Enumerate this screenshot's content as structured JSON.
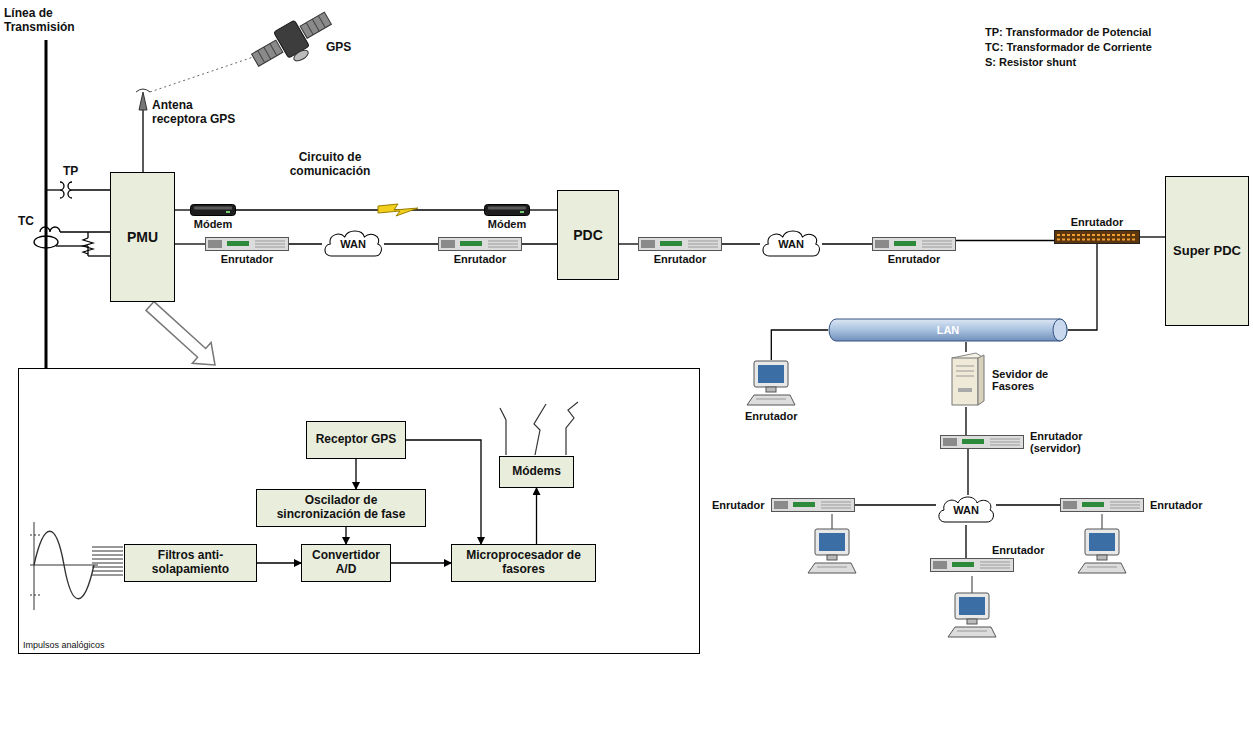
{
  "diagram": {
    "nodes": [
      {
        "text": [
          "PMU"
        ]
      },
      {
        "text": [
          "Módem"
        ]
      },
      {
        "text": [
          "Módem"
        ]
      },
      {
        "text": [
          "Enrutador"
        ]
      },
      {
        "text": [
          "WAN"
        ]
      },
      {
        "text": [
          "Enrutador"
        ]
      },
      {
        "text": [
          "PDC"
        ]
      },
      {
        "text": [
          "Enrutador"
        ]
      },
      {
        "text": [
          "WAN"
        ]
      },
      {
        "text": [
          "Enrutador"
        ]
      },
      {
        "text": [
          "Enrutador"
        ]
      },
      {
        "text": [
          "Super PDC"
        ]
      },
      {
        "text": [
          "LAN"
        ]
      },
      {
        "text": [
          "Enrutador"
        ]
      },
      {
        "text": [
          "Sevidor de Fasores"
        ]
      },
      {
        "text": [
          "Enrutador (servidor)"
        ]
      },
      {
        "text": [
          "WAN"
        ]
      },
      {
        "text": [
          "Enrutador"
        ]
      },
      {
        "text": [
          "Enrutador"
        ]
      },
      {
        "text": [
          "Enrutador"
        ]
      },
      {
        "text": [
          "Impulsos analógicos"
        ]
      },
      {
        "text": [
          "Receptor GPS"
        ],
        "in": 20
      },
      {
        "text": [
          "Oscilador de sincronización de fase"
        ],
        "in": 20
      },
      {
        "text": [
          "Filtros anti-solapamiento"
        ],
        "in": 20
      },
      {
        "text": [
          "Convertidor A/D"
        ],
        "in": 20
      },
      {
        "text": [
          "Microprocesador de fasores"
        ],
        "in": 20
      },
      {
        "text": [
          "Módems"
        ],
        "in": 20
      }
    ],
    "edges": [
      {
        "from": 0,
        "to": 1,
        "arrow": "none"
      },
      {
        "from": 1,
        "to": 2,
        "arrow": "none",
        "label": "Circuito de comunicación"
      },
      {
        "from": 2,
        "to": 6,
        "arrow": "none"
      },
      {
        "from": 0,
        "to": 3,
        "arrow": "none"
      },
      {
        "from": 3,
        "to": 4,
        "arrow": "none"
      },
      {
        "from": 4,
        "to": 5,
        "arrow": "none"
      },
      {
        "from": 5,
        "to": 6,
        "arrow": "none"
      },
      {
        "from": 6,
        "to": 7,
        "arrow": "none"
      },
      {
        "from": 7,
        "to": 8,
        "arrow": "none"
      },
      {
        "from": 8,
        "to": 9,
        "arrow": "none"
      },
      {
        "from": 9,
        "to": 10,
        "arrow": "none"
      },
      {
        "from": 10,
        "to": 11,
        "arrow": "none"
      },
      {
        "from": 10,
        "to": 12,
        "arrow": "none"
      },
      {
        "from": 12,
        "to": 13,
        "arrow": "none"
      },
      {
        "from": 12,
        "to": 14,
        "arrow": "none"
      },
      {
        "from": 14,
        "to": 15,
        "arrow": "none"
      },
      {
        "from": 15,
        "to": 16,
        "arrow": "none"
      },
      {
        "from": 16,
        "to": 17,
        "arrow": "none"
      },
      {
        "from": 16,
        "to": 18,
        "arrow": "none"
      },
      {
        "from": 16,
        "to": 19,
        "arrow": "none"
      },
      {
        "from": 0,
        "to": 20,
        "arrow": "to"
      },
      {
        "from": 21,
        "to": 22,
        "arrow": "to"
      },
      {
        "from": 21,
        "to": 25,
        "arrow": "to"
      },
      {
        "from": 22,
        "to": 24,
        "arrow": "to"
      },
      {
        "from": 23,
        "to": 24,
        "arrow": "to"
      },
      {
        "from": 24,
        "to": 25,
        "arrow": "to"
      },
      {
        "from": 25,
        "to": 26,
        "arrow": "to"
      }
    ],
    "labels": [
      "Línea de Transmisión",
      "GPS",
      "Antena receptora GPS",
      "TP",
      "TC",
      "TP: Transformador de Potencial",
      "TC: Transformador de Corriente",
      "S: Resistor shunt"
    ]
  }
}
